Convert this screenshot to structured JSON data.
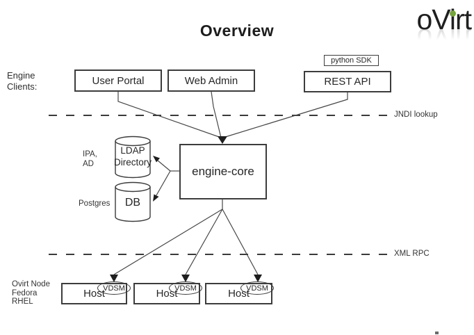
{
  "title": "Overview",
  "logo": {
    "text": "oVirt",
    "dot_color": "#76a33e"
  },
  "clients_label": {
    "line1": "Engine",
    "line2": "Clients:"
  },
  "clients": [
    {
      "label": "User Portal"
    },
    {
      "label": "Web Admin"
    },
    {
      "label": "REST API"
    }
  ],
  "sdk_badge": "python SDK",
  "engine_core_label": "engine-core",
  "boundaries": {
    "jndi": "JNDI lookup",
    "xmlrpc": "XML RPC"
  },
  "datastores": {
    "ldap": {
      "line1": "LDAP",
      "line2": "Directory",
      "side_line1": "IPA,",
      "side_line2": "AD"
    },
    "db": {
      "label": "DB",
      "side_label": "Postgres"
    }
  },
  "hosts_label": {
    "line1": "Ovirt Node",
    "line2": "Fedora",
    "line3": "RHEL"
  },
  "hosts": [
    {
      "label": "Host",
      "agent": "VDSM"
    },
    {
      "label": "Host",
      "agent": "VDSM"
    },
    {
      "label": "Host",
      "agent": "VDSM"
    }
  ],
  "colors": {
    "line": "#3a3a3a",
    "text": "#262626",
    "accent_green": "#76a33e"
  }
}
